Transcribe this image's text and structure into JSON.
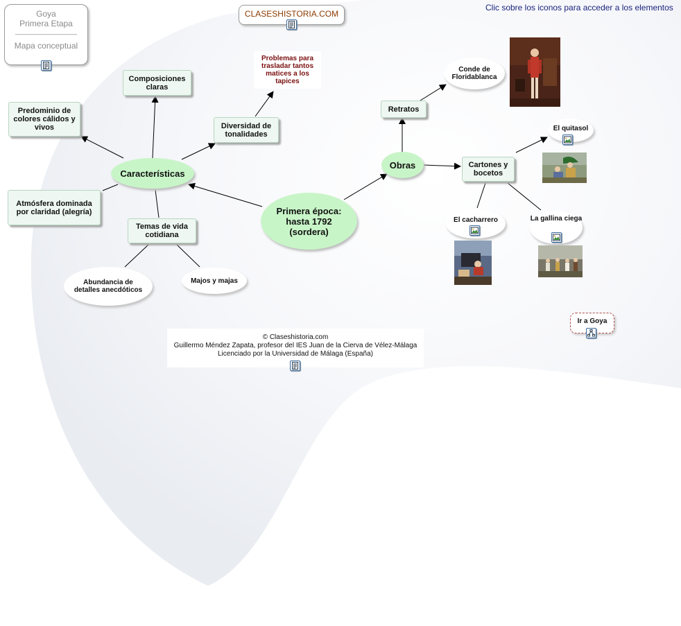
{
  "header": {
    "topic_line1": "Goya",
    "topic_line2": "Primera Etapa",
    "separator": "________________",
    "topic_line3": "Mapa conceptual",
    "site_name": "CLASESHISTORIA.COM",
    "instruction": "Clic sobre los iconos para acceder a los elementos"
  },
  "nodes": {
    "center": "Primera época: hasta 1792 (sordera)",
    "caracteristicas": "Características",
    "obras": "Obras",
    "composiciones": "Composiciones claras",
    "predominio": "Predominio de colores cálidos y vivos",
    "atmosfera": "Atmósfera dominada por claridad (alegría)",
    "temas": "Temas de vida cotidiana",
    "diversidad": "Diversidad de tonalidades",
    "problemas": "Problemas para trasladar tantos matices a los tapices",
    "abundancia": "Abundancia de detalles anecdóticos",
    "majos": "Majos y majas",
    "retratos": "Retratos",
    "conde": "Conde de Floridablanca",
    "cartones": "Cartones y bocetos",
    "quitasol": "El quitasol",
    "cacharrero": "El cacharrero",
    "gallina": "La gallina ciega",
    "ir_goya": "Ir a Goya"
  },
  "footer": {
    "line1": "© Claseshistoria.com",
    "line2": "Guillermo Méndez Zapata, profesor del IES Juan de la Cierva de Vélez-Málaga",
    "line3": "Licenciado por la Universidad de Málaga (España)"
  },
  "icons": {
    "document": "document-icon",
    "image": "image-icon",
    "concept_map": "concept-map-icon"
  },
  "colors": {
    "main_node": "#c8f5c8",
    "concept_box": "#eef7f1",
    "note_text": "#7a1010",
    "site_link": "#8b3a00",
    "instruction_text": "#1a237e",
    "link_border": "#b05050"
  }
}
